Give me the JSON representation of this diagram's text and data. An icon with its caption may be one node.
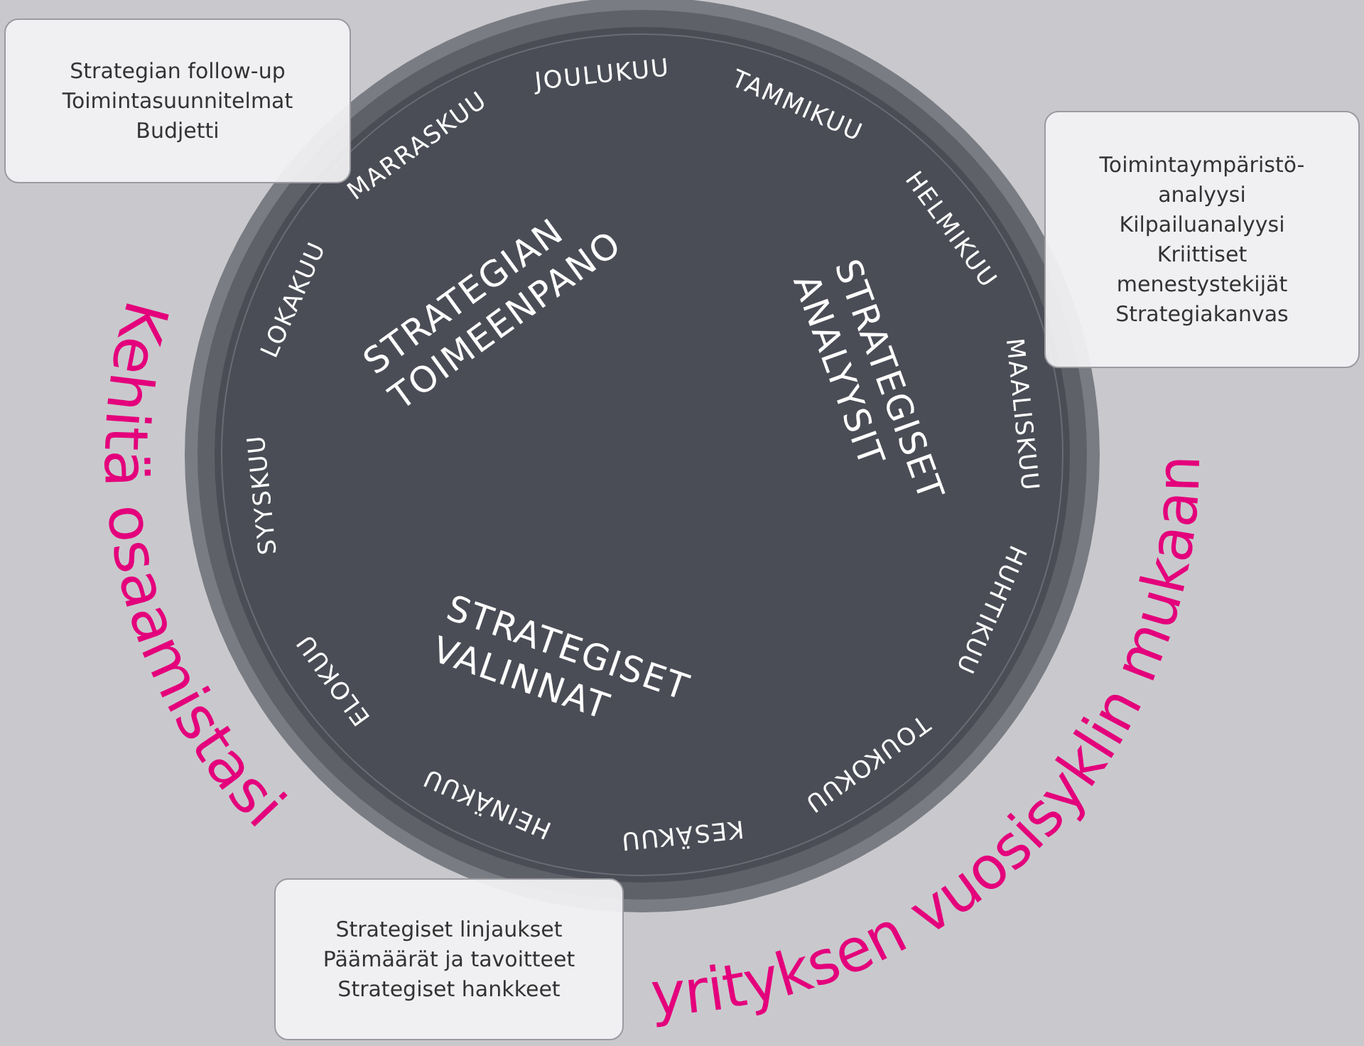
{
  "diagram": {
    "nodes": [
      {
        "text": [
          "Strategian follow-up",
          "Toimintasuunnitelmat",
          "Budjetti"
        ]
      },
      {
        "text": [
          "Toimintaympäristö- analyysi",
          "Kilpailuanalyysi",
          "Kriittiset menestystekijät",
          "Strategiakanvas"
        ]
      },
      {
        "text": [
          "Strategiset linjaukset",
          "Päämäärät ja tavoitteet",
          "Strategiset hankkeet"
        ]
      }
    ],
    "labels": [
      "Kehitä osaamistasi",
      "JOULUKUU",
      "TAMMIKUU",
      "HELMIKUU",
      "MAALISKUU",
      "HUHTIKUU",
      "TOUKOKUU",
      "KESÄKUU",
      "HEINÄKUU",
      "ELOKUU",
      "SYYSKUU",
      "LOKAKUU",
      "MARRASKUU",
      "STRATEGIAN TOIMEENPANO",
      "STRATEGISET ANALYYSIT",
      "STRATEGISET VALINNAT",
      "yrityksen vuosisyklin mukaan"
    ]
  }
}
